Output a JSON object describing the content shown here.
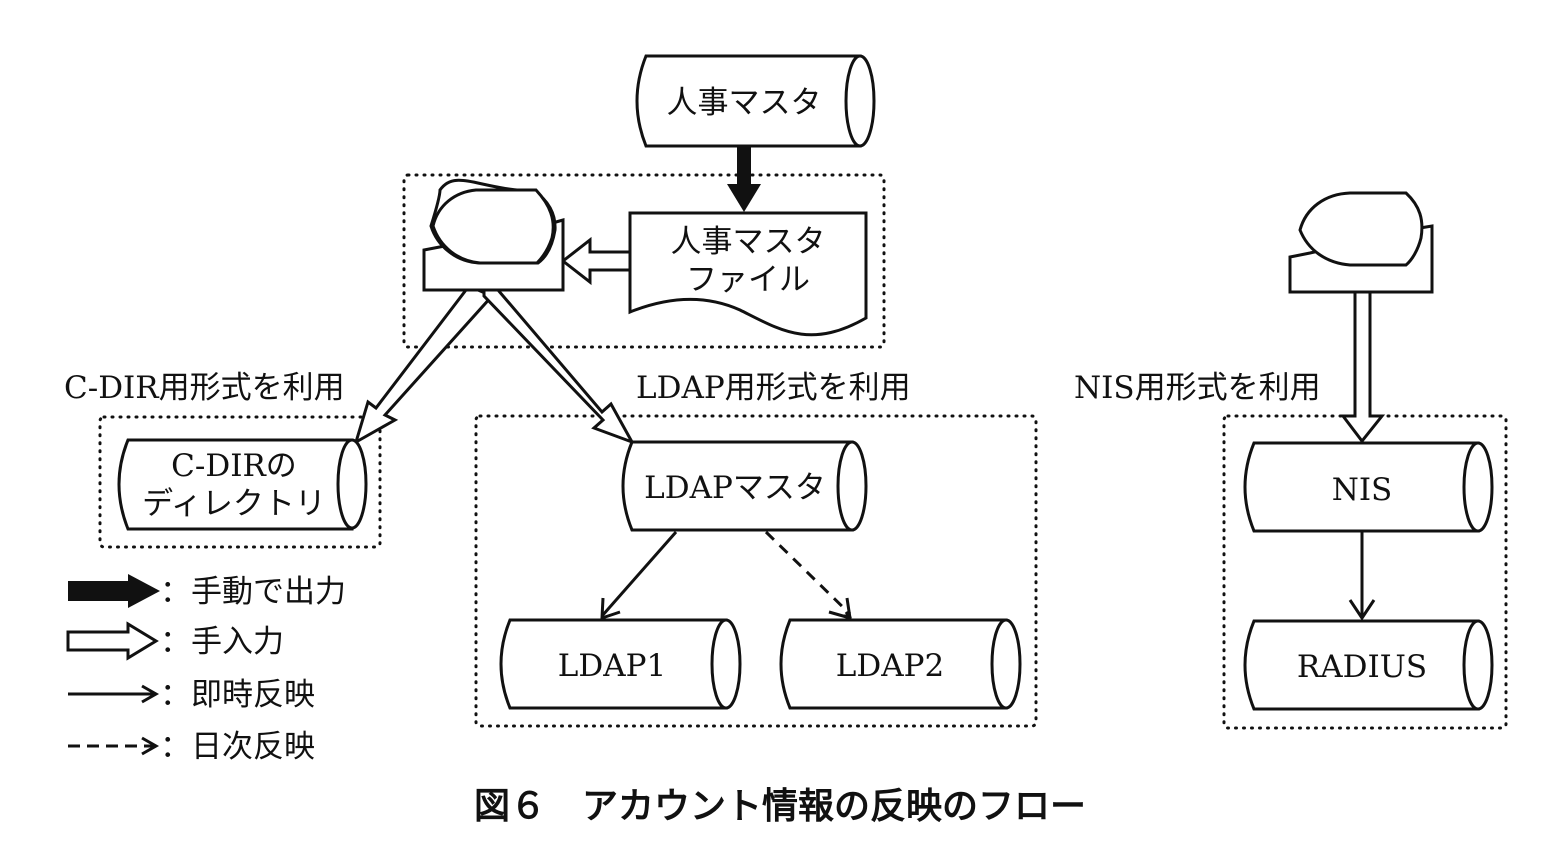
{
  "figure": {
    "caption": "図６　アカウント情報の反映のフロー"
  },
  "nodes": {
    "hr_master": "人事マスタ",
    "hr_master_file_line1": "人事マスタ",
    "hr_master_file_line2": "ファイル",
    "cdir_line1": "C-DIRの",
    "cdir_line2": "ディレクトリ",
    "ldap_master": "LDAPマスタ",
    "ldap1": "LDAP1",
    "ldap2": "LDAP2",
    "nis": "NIS",
    "radius": "RADIUS"
  },
  "labels": {
    "cdir_format": "C-DIR用形式を利用",
    "ldap_format": "LDAP用形式を利用",
    "nis_format": "NIS用形式を利用"
  },
  "legend": [
    {
      "symbol": "thick-solid-arrow",
      "text": "：手動で出力"
    },
    {
      "symbol": "hollow-arrow",
      "text": "：手入力"
    },
    {
      "symbol": "thin-solid-arrow",
      "text": "：即時反映"
    },
    {
      "symbol": "dashed-arrow",
      "text": "：日次反映"
    }
  ],
  "colors": {
    "line": "#111111",
    "background": "#ffffff"
  }
}
